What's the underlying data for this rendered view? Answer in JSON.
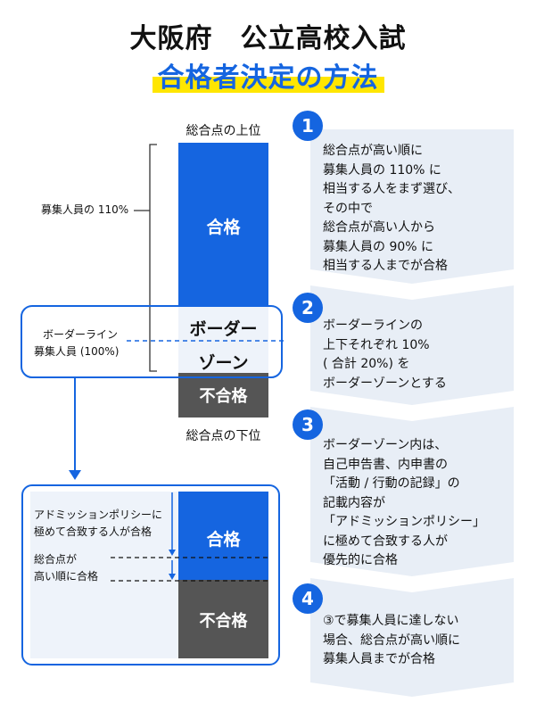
{
  "title": {
    "line1": "大阪府　公立高校入試",
    "line2": "合格者決定の方法"
  },
  "colors": {
    "accent": "#1565e0",
    "highlight": "#ffe600",
    "fail": "#555555",
    "panel": "#e8eef6"
  },
  "upper": {
    "top_label": "総合点の上位",
    "bottom_label": "総合点の下位",
    "bracket_label": "募集人員の 110%",
    "border_line_label": "ボーダーライン",
    "border_line_sub": "募集人員 (100%)",
    "pass": "合格",
    "border1": "ボーダー",
    "border2": "ゾーン",
    "fail": "不合格"
  },
  "lower": {
    "policy_line1": "アドミッションポリシーに",
    "policy_line2": "極めて合致する人が合格",
    "score_line1": "総合点が",
    "score_line2": "高い順に合格",
    "pass": "合格",
    "fail": "不合格"
  },
  "steps": [
    {
      "num": "1",
      "lines": [
        "総合点が高い順に",
        "募集人員の 110% に",
        "相当する人をまず選び、",
        "その中で",
        "総合点が高い人から",
        "募集人員の 90% に",
        "相当する人までが合格"
      ]
    },
    {
      "num": "2",
      "lines": [
        "ボーダーラインの",
        "上下それぞれ 10%",
        "( 合計 20%) を",
        "ボーダーゾーンとする"
      ]
    },
    {
      "num": "3",
      "lines": [
        "ボーダーゾーン内は、",
        "自己申告書、内申書の",
        "「活動 / 行動の記録」の",
        "記載内容が",
        "「アドミッションポリシー」",
        "に極めて合致する人が",
        "優先的に合格"
      ]
    },
    {
      "num": "4",
      "lines": [
        "③で募集人員に達しない",
        "場合、総合点が高い順に",
        "募集人員までが合格"
      ]
    }
  ]
}
